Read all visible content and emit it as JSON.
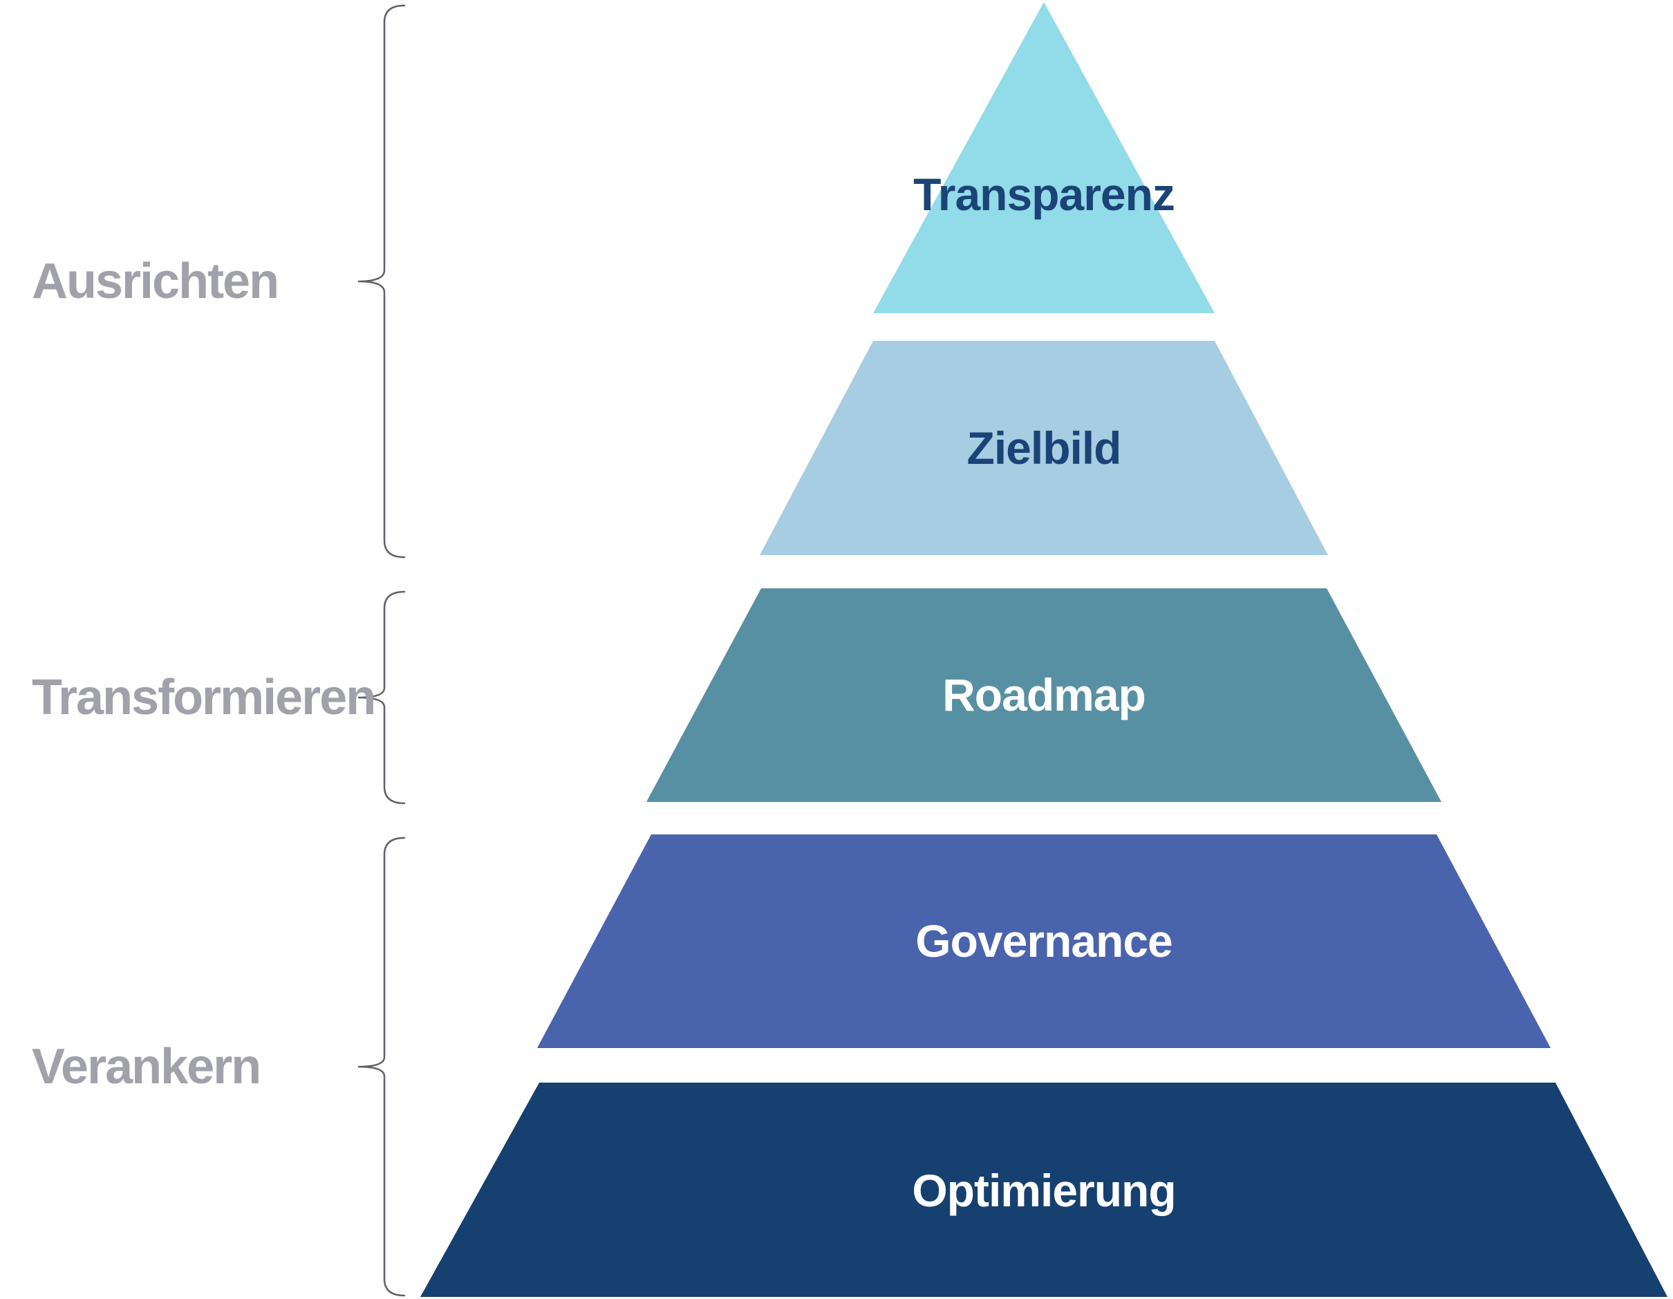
{
  "diagram": {
    "type": "pyramid",
    "background_color": "#ffffff",
    "levels": [
      {
        "label": "Transparenz",
        "fill": "#92DBE8",
        "text_color": "#1B4377"
      },
      {
        "label": "Zielbild",
        "fill": "#A7CDE2",
        "text_color": "#1B4377"
      },
      {
        "label": "Roadmap",
        "fill": "#5890A3",
        "text_color": "#ffffff"
      },
      {
        "label": "Governance",
        "fill": "#4A63AD",
        "text_color": "#ffffff"
      },
      {
        "label": "Optimierung",
        "fill": "#164070",
        "text_color": "#ffffff"
      }
    ],
    "phases": [
      {
        "label": "Ausrichten",
        "covers_levels": [
          "Transparenz",
          "Zielbild"
        ]
      },
      {
        "label": "Transformieren",
        "covers_levels": [
          "Roadmap"
        ]
      },
      {
        "label": "Verankern",
        "covers_levels": [
          "Governance",
          "Optimierung"
        ]
      }
    ],
    "phase_label_color": "#A1A1A9",
    "brace_color": "#60606C"
  }
}
